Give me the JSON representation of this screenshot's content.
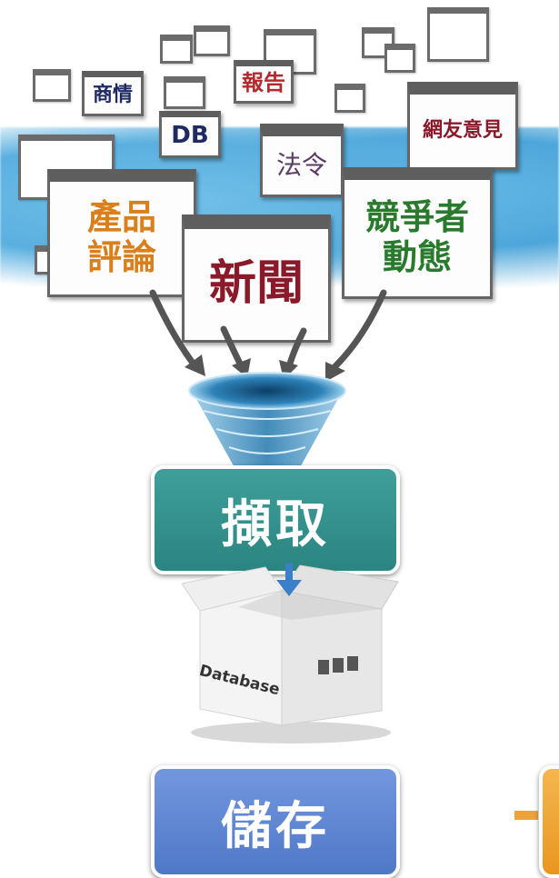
{
  "sources": {
    "business_info": "商情",
    "report": "報告",
    "db": "DB",
    "law": "法令",
    "netizen_opinion": "網友意見",
    "product_review_line1": "產品",
    "product_review_line2": "評論",
    "news": "新聞",
    "competitor_line1": "競爭者",
    "competitor_line2": "動態"
  },
  "steps": {
    "capture": "擷取",
    "store": "儲存"
  },
  "box": {
    "label": "Database"
  },
  "colors": {
    "capture_button": "#2e8b86",
    "store_button": "#5b82cf",
    "next_arrow": "#f0a23a",
    "map_blue": "#3ea2da"
  }
}
